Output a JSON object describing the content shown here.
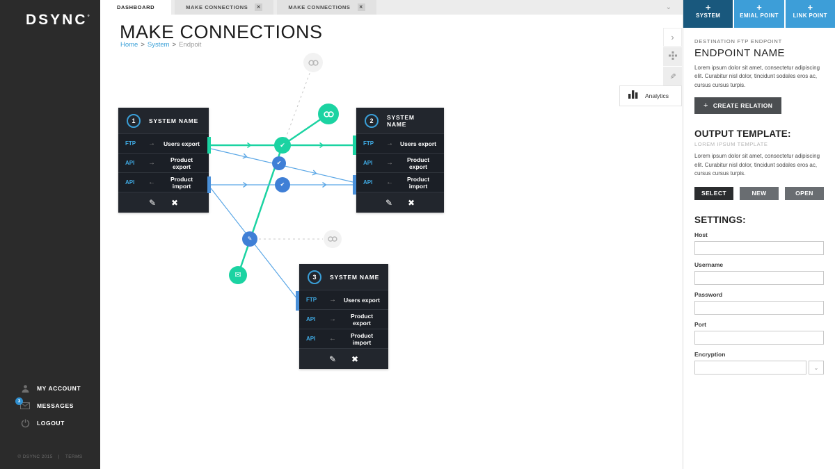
{
  "sidebar": {
    "logo": "DSYNC",
    "logo_mark": "°",
    "menu": [
      {
        "label": "MY ACCOUNT"
      },
      {
        "label": "MESSAGES",
        "badge": "3"
      },
      {
        "label": "LOGOUT"
      }
    ],
    "footer": {
      "copyright": "© DSYNC 2015",
      "divider": "|",
      "terms": "TERMS"
    }
  },
  "tabs": {
    "close_glyph": "✕",
    "overflow_glyph": "⌄",
    "items": [
      {
        "label": "DASHBOARD"
      },
      {
        "label": "MAKE CONNECTIONS"
      },
      {
        "label": "MAKE CONNECTIONS"
      }
    ]
  },
  "page": {
    "title": "MAKE CONNECTIONS",
    "breadcrumb": {
      "home": "Home",
      "system": "System",
      "current": "Endpoit",
      "sep": ">"
    }
  },
  "canvas_tools": {
    "collapse_glyph": "›",
    "analytics_label": "Analytics"
  },
  "diagram": {
    "glyphs": {
      "check": "✔",
      "edit": "✎",
      "close": "✖",
      "mail": "✉"
    },
    "systems": [
      {
        "number": "1",
        "title": "SYSTEM NAME",
        "rows": [
          {
            "proto": "FTP",
            "arrow": "→",
            "label": "Users export"
          },
          {
            "proto": "API",
            "arrow": "→",
            "label": "Product export"
          },
          {
            "proto": "API",
            "arrow": "←",
            "label": "Product import"
          }
        ]
      },
      {
        "number": "2",
        "title": "SYSTEM NAME",
        "rows": [
          {
            "proto": "FTP",
            "arrow": "→",
            "label": "Users export"
          },
          {
            "proto": "API",
            "arrow": "→",
            "label": "Product export"
          },
          {
            "proto": "API",
            "arrow": "←",
            "label": "Product import"
          }
        ]
      },
      {
        "number": "3",
        "title": "SYSTEM NAME",
        "rows": [
          {
            "proto": "FTP",
            "arrow": "→",
            "label": "Users export"
          },
          {
            "proto": "API",
            "arrow": "→",
            "label": "Product export"
          },
          {
            "proto": "API",
            "arrow": "←",
            "label": "Product import"
          }
        ]
      }
    ]
  },
  "panel": {
    "actions": [
      {
        "icon": "+",
        "label": "SYSTEM"
      },
      {
        "icon": "+",
        "label": "EMIAL POINT"
      },
      {
        "icon": "+",
        "label": "LINK POINT"
      }
    ],
    "endpoint": {
      "kicker": "DESTINATION FTP ENDPOINT",
      "title": "ENDPOINT NAME",
      "description": "Lorem ipsum dolor sit amet, consectetur adipiscing elit. Curabitur nisl dolor, tincidunt sodales eros ac, cursus cursus turpis."
    },
    "create_relation": {
      "icon": "+",
      "label": "CREATE RELATION"
    },
    "output_template": {
      "title": "OUTPUT TEMPLATE:",
      "subtitle": "LOREM IPSUM TEMPLATE",
      "description": "Lorem ipsum dolor sit amet, consectetur adipiscing elit. Curabitur nisl dolor, tincidunt sodales eros ac, cursus cursus turpis.",
      "buttons": [
        {
          "label": "SELECT"
        },
        {
          "label": "NEW"
        },
        {
          "label": "OPEN"
        }
      ]
    },
    "settings": {
      "title": "SETTINGS:",
      "fields": [
        {
          "label": "Host"
        },
        {
          "label": "Username"
        },
        {
          "label": "Password"
        },
        {
          "label": "Port"
        },
        {
          "label": "Encryption",
          "dropdown_glyph": "⌄"
        }
      ]
    }
  },
  "colors": {
    "teal": "#1bd3a2",
    "blue_node": "#3f7fd6",
    "blue_line": "#5ba7e6",
    "proto_blue": "#3fa9e2",
    "dark_blue": "#19587d",
    "light_blue": "#3d9ed8",
    "sidebar_dark": "#2b2b2b"
  }
}
